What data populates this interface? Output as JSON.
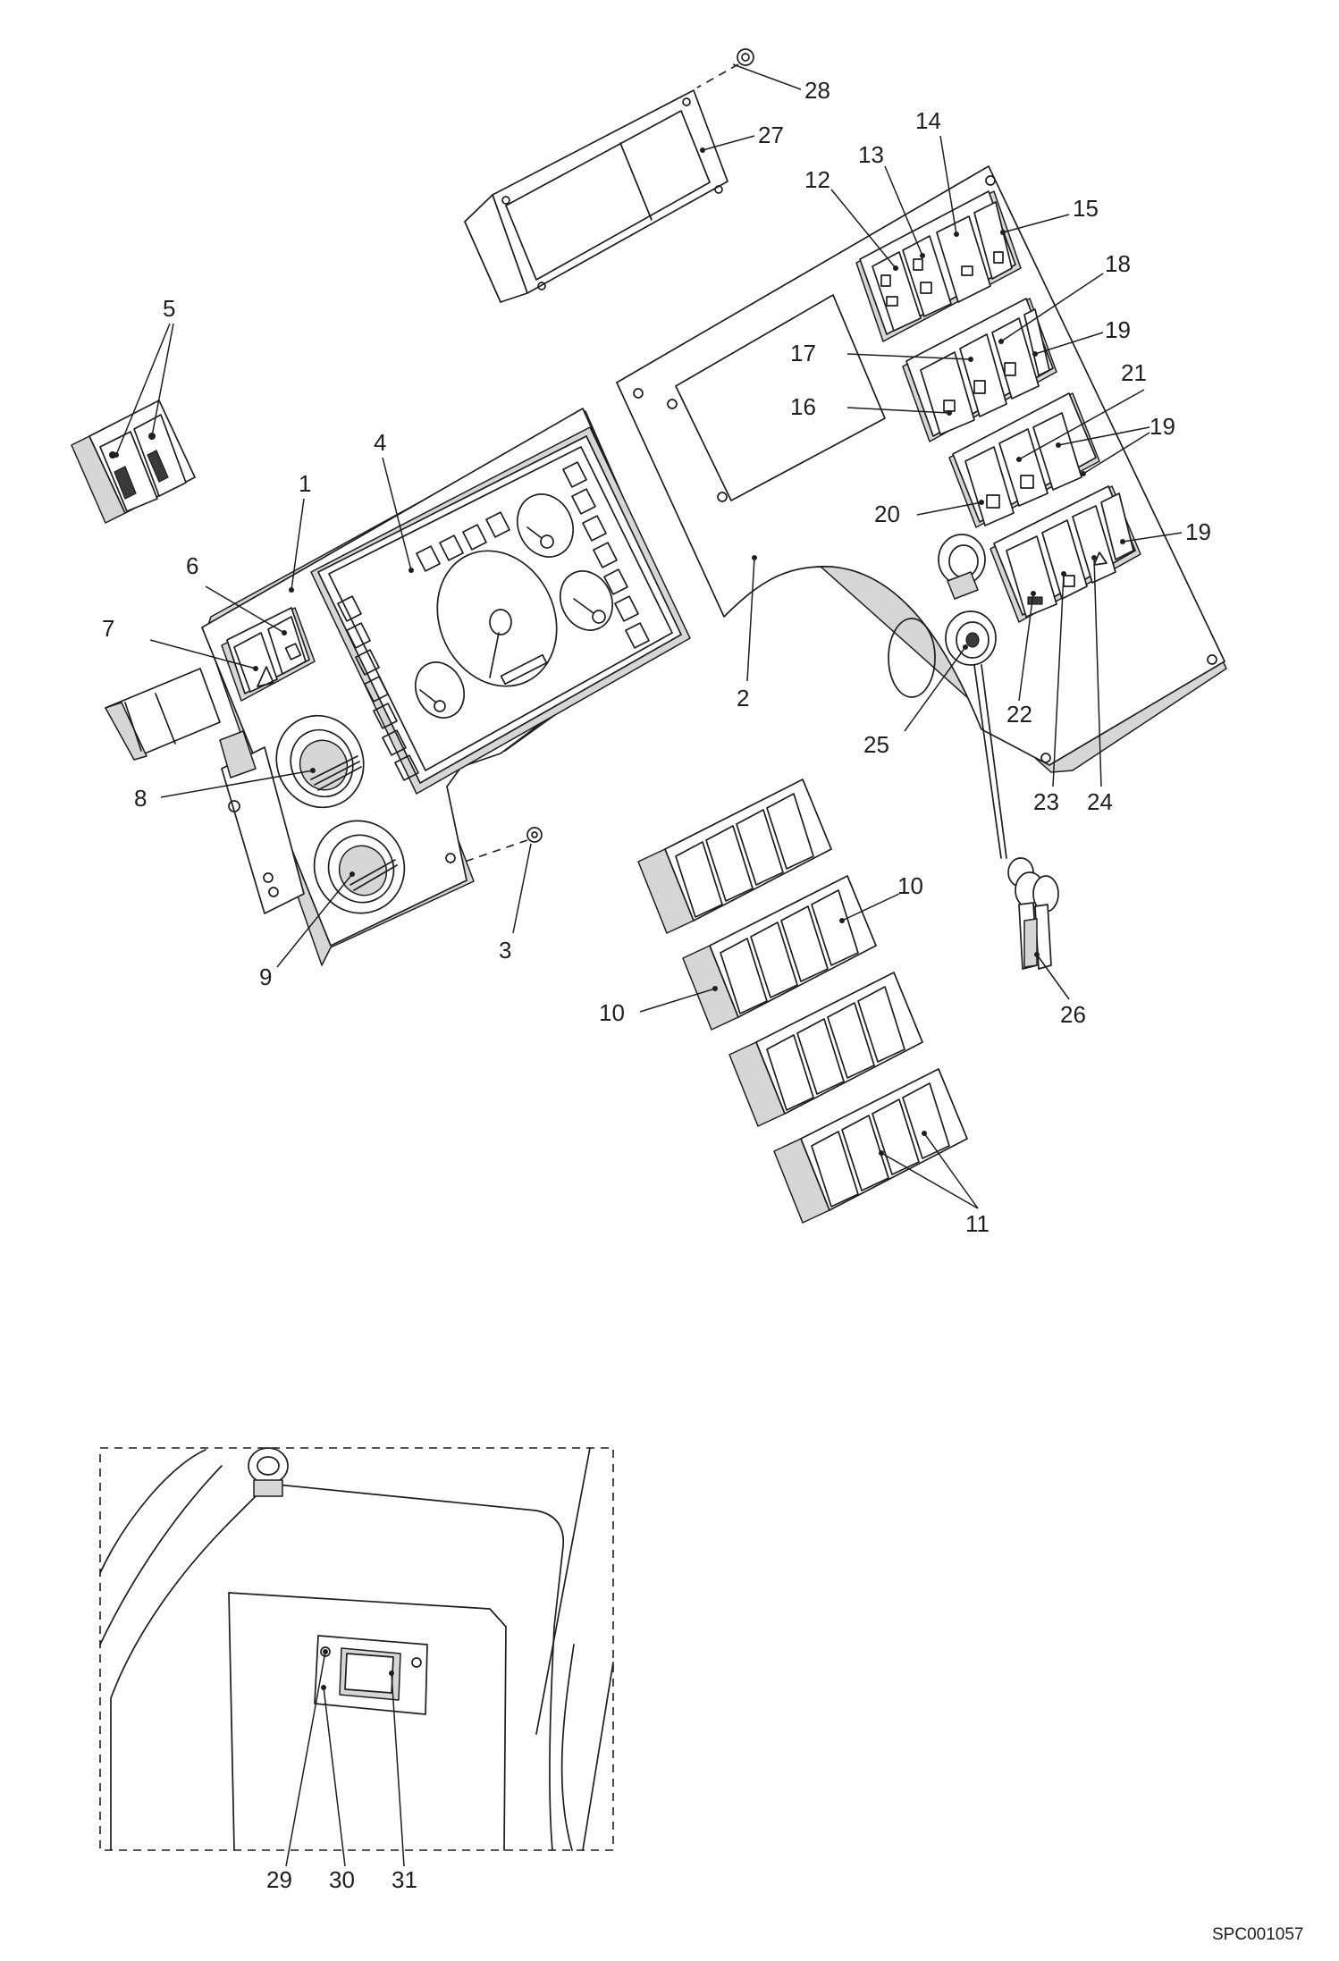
{
  "callouts": {
    "c1": "1",
    "c2": "2",
    "c3": "3",
    "c4": "4",
    "c5": "5",
    "c6": "6",
    "c7": "7",
    "c8": "8",
    "c9": "9",
    "c10a": "10",
    "c10b": "10",
    "c11": "11",
    "c12": "12",
    "c13": "13",
    "c14": "14",
    "c15": "15",
    "c16": "16",
    "c17": "17",
    "c18": "18",
    "c19a": "19",
    "c19b": "19",
    "c19c": "19",
    "c20": "20",
    "c21": "21",
    "c22": "22",
    "c23": "23",
    "c24": "24",
    "c25": "25",
    "c26": "26",
    "c27": "27",
    "c28": "28",
    "c29": "29",
    "c30": "30",
    "c31": "31"
  },
  "drawing_code": "SPC001057"
}
